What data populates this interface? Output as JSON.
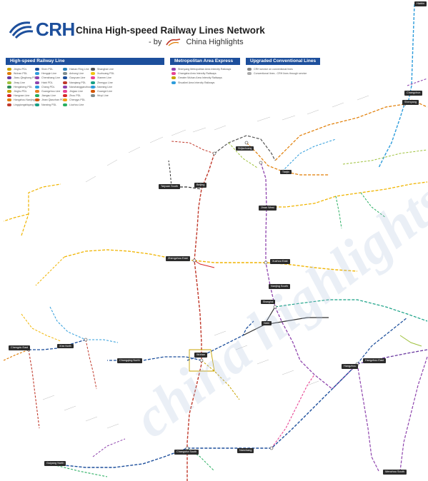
{
  "header": {
    "logo_text": "CRH",
    "title": "China High-speed Railway Lines Network",
    "byline_prefix": "- by",
    "byline_brand": "China Highlights"
  },
  "legend": {
    "high_speed": {
      "title": "High-speed Railway Line",
      "items": [
        {
          "label": "Jinghu PDL",
          "color": "#c8a300"
        },
        {
          "label": "Wuhan PDL",
          "color": "#e07b00"
        },
        {
          "label": "Jiaxu-Qinghong PDL",
          "color": "#6b3aa0"
        },
        {
          "label": "Jinsy Line",
          "color": "#9ec13c"
        },
        {
          "label": "Hengsheng PDL",
          "color": "#2e8b57"
        },
        {
          "label": "Jinghu PDL",
          "color": "#c8a300"
        },
        {
          "label": "Hangnan Line",
          "color": "#d62828"
        },
        {
          "label": "Hangzhou Nanjing Line",
          "color": "#e07b00"
        },
        {
          "label": "Lingqiongshiqang PDL",
          "color": "#c0392b"
        },
        {
          "label": "Shen PDL",
          "color": "#1d4f9c"
        },
        {
          "label": "Hengqin Line",
          "color": "#2d9cdb"
        },
        {
          "label": "Chenshang Line",
          "color": "#8e44ad"
        },
        {
          "label": "Haixi PDL",
          "color": "#8e44ad"
        },
        {
          "label": "Chang PDL",
          "color": "#2d9cdb"
        },
        {
          "label": "Guangzhou Line",
          "color": "#e67e22"
        },
        {
          "label": "Jiangsu Line",
          "color": "#27ae60"
        },
        {
          "label": "Jinan Qianzhan PDL",
          "color": "#d35400"
        },
        {
          "label": "Nanxing PDL",
          "color": "#16a085"
        },
        {
          "label": "Hainan Ring Line",
          "color": "#2980b9"
        },
        {
          "label": "Anhong Line",
          "color": "#7f8c8d"
        },
        {
          "label": "Gaoyuan Line",
          "color": "#1d4f9c"
        },
        {
          "label": "Nanqiang PDL",
          "color": "#c0392b"
        },
        {
          "label": "Nanchangganzhou PDL",
          "color": "#8e44ad"
        },
        {
          "label": "Jingwu Line",
          "color": "#e84393"
        },
        {
          "label": "Zhou PDL",
          "color": "#d62828"
        },
        {
          "label": "Chengyu PDL",
          "color": "#f39c12"
        },
        {
          "label": "Liuzhou Line",
          "color": "#27ae60"
        },
        {
          "label": "Shanghai Line",
          "color": "#555555"
        },
        {
          "label": "Xuzhuang PDL",
          "color": "#f1c40f"
        },
        {
          "label": "Xiamen Line",
          "color": "#e84393"
        },
        {
          "label": "Zhengyu Line",
          "color": "#16a085"
        },
        {
          "label": "Nanning Line",
          "color": "#2d9cdb"
        },
        {
          "label": "Guangxi Line",
          "color": "#d35400"
        },
        {
          "label": "Wuyi Line",
          "color": "#7f8c8d"
        }
      ]
    },
    "metro": {
      "title": "Metropolitan Area Express",
      "items": [
        {
          "label": "Shenyang Metropolitan Area Intercity Railways",
          "color": "#8e44ad"
        },
        {
          "label": "Changsha Area Intercity Railways",
          "color": "#e84393"
        },
        {
          "label": "Greater Wuhan Area Intercity Railways",
          "color": "#c8a300"
        },
        {
          "label": "Shuaibei Area Intercity Railways",
          "color": "#2d9cdb"
        }
      ]
    },
    "upgraded": {
      "title": "Upgraded Conventional Lines",
      "items": [
        {
          "label": "CRH service on conventional lines",
          "color": "#888888"
        },
        {
          "label": "Conventional lines - CRH lines through service",
          "color": "#aaaaaa"
        }
      ]
    }
  },
  "stations": [
    {
      "label": "Harbin",
      "name": "harbin"
    },
    {
      "label": "Changchun",
      "name": "changchun"
    },
    {
      "label": "Shenyang",
      "name": "shenyang"
    },
    {
      "label": "Beijing",
      "name": "beijing"
    },
    {
      "label": "Tianjin",
      "name": "tianjin"
    },
    {
      "label": "Taiyuan South",
      "name": "taiyuan-south"
    },
    {
      "label": "Shijiazhuang",
      "name": "shijiazhuang"
    },
    {
      "label": "Jinan West",
      "name": "jinan-west"
    },
    {
      "label": "Zhengzhou East",
      "name": "zhengzhou-east"
    },
    {
      "label": "Xuzhou East",
      "name": "xuzhou-east"
    },
    {
      "label": "Nanjing South",
      "name": "nanjing-south"
    },
    {
      "label": "Hefei",
      "name": "hefei"
    },
    {
      "label": "Wuhan",
      "name": "wuhan"
    },
    {
      "label": "Xi'an North",
      "name": "xian-north"
    },
    {
      "label": "Chengdu East",
      "name": "chengdu-east"
    },
    {
      "label": "Chongqing North",
      "name": "chongqing-north"
    },
    {
      "label": "Hangzhou",
      "name": "hangzhou"
    },
    {
      "label": "Hangzhou East",
      "name": "hangzhou-east"
    },
    {
      "label": "Changsha South",
      "name": "changsha-south"
    },
    {
      "label": "Nanchang",
      "name": "nanchang"
    },
    {
      "label": "Guiyang North",
      "name": "guiyang-north"
    },
    {
      "label": "Wenzhou South",
      "name": "wenzhou-south"
    },
    {
      "label": "Shanghai",
      "name": "shanghai"
    }
  ],
  "watermark": "china highlights",
  "colors": {
    "brand_blue": "#1d4f9c",
    "beijing_guangzhou": "#c0392b",
    "beijing_shanghai": "#8e44ad",
    "shanghai_kunming": "#1d4f9c",
    "coastal": "#6b3aa0",
    "northeast": "#2d9cdb",
    "lanzhou_xinjiang": "#f0b400",
    "upgraded": "#999999",
    "hainan_green": "#9ec13c"
  }
}
